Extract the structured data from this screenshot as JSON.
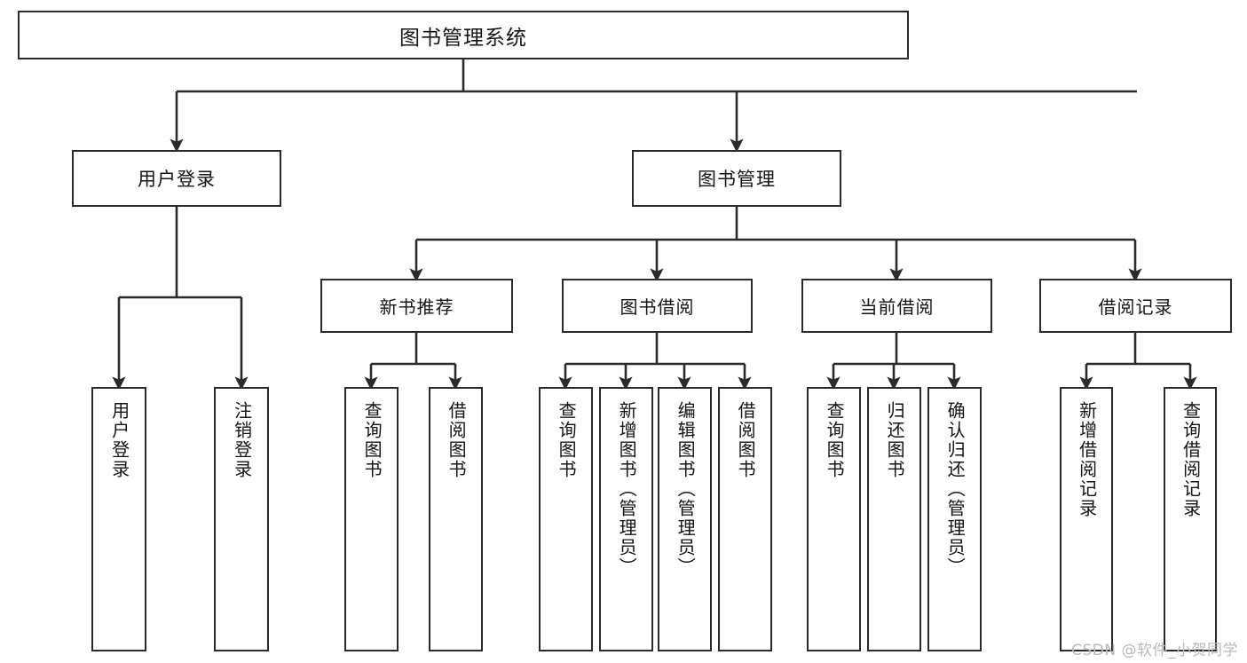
{
  "diagram": {
    "title": "图书管理系统",
    "type": "tree",
    "root": {
      "label": "图书管理系统"
    },
    "level2": [
      {
        "id": "user-login",
        "label": "用户登录"
      },
      {
        "id": "book-manage",
        "label": "图书管理"
      }
    ],
    "level3": [
      {
        "id": "new-book-recommend",
        "label": "新书推荐",
        "parent": "book-manage"
      },
      {
        "id": "book-borrow",
        "label": "图书借阅",
        "parent": "book-manage"
      },
      {
        "id": "current-borrow",
        "label": "当前借阅",
        "parent": "book-manage"
      },
      {
        "id": "borrow-record",
        "label": "借阅记录",
        "parent": "book-manage"
      }
    ],
    "leaves": [
      {
        "id": "leaf-user-login",
        "label": "用户登录",
        "parent": "user-login"
      },
      {
        "id": "leaf-logout-login",
        "label": "注销登录",
        "parent": "user-login"
      },
      {
        "id": "leaf-query-book-1",
        "label": "查询图书",
        "parent": "new-book-recommend"
      },
      {
        "id": "leaf-borrow-book-1",
        "label": "借阅图书",
        "parent": "new-book-recommend"
      },
      {
        "id": "leaf-query-book-2",
        "label": "查询图书",
        "parent": "book-borrow"
      },
      {
        "id": "leaf-add-book-admin",
        "label": "新增图书（管理员）",
        "parent": "book-borrow"
      },
      {
        "id": "leaf-edit-book-admin",
        "label": "编辑图书（管理员）",
        "parent": "book-borrow"
      },
      {
        "id": "leaf-borrow-book-2",
        "label": "借阅图书",
        "parent": "book-borrow"
      },
      {
        "id": "leaf-query-book-3",
        "label": "查询图书",
        "parent": "current-borrow"
      },
      {
        "id": "leaf-return-book",
        "label": "归还图书",
        "parent": "current-borrow"
      },
      {
        "id": "leaf-confirm-return-admin",
        "label": "确认归还（管理员）",
        "parent": "current-borrow"
      },
      {
        "id": "leaf-add-borrow-record",
        "label": "新增借阅记录",
        "parent": "borrow-record"
      },
      {
        "id": "leaf-query-borrow-record",
        "label": "查询借阅记录",
        "parent": "borrow-record"
      }
    ],
    "colors": {
      "border": "#2b2b2b",
      "text": "#141414",
      "background": "#ffffff",
      "watermark": "#b9b9b9"
    }
  },
  "watermark": {
    "text": "CSDN @软件_小贺同学"
  }
}
